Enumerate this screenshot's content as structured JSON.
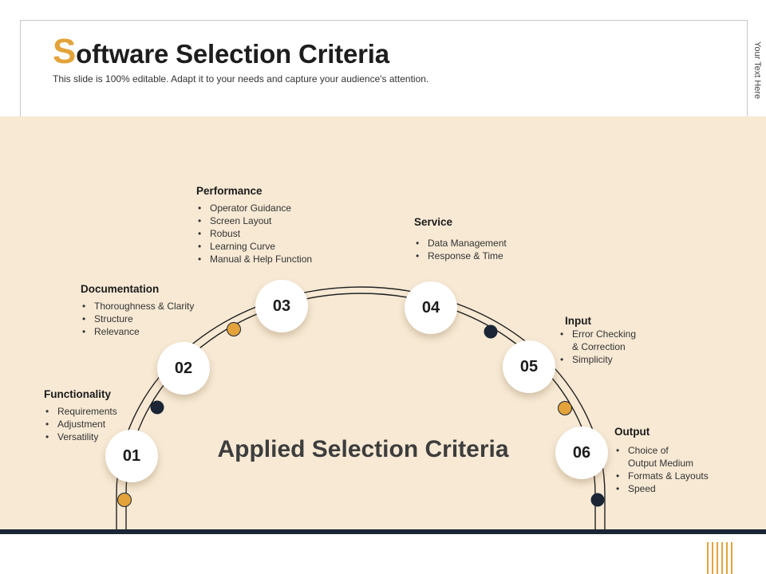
{
  "header": {
    "title_first": "S",
    "title_rest": "oftware Selection Criteria",
    "subtitle": "This slide is 100% editable. Adapt it to your needs and capture your audience's attention.",
    "side_label": "Your Text Here"
  },
  "diagram": {
    "center_text": "Applied Selection Criteria",
    "nodes": [
      "01",
      "02",
      "03",
      "04",
      "05",
      "06"
    ],
    "criteria": [
      {
        "title": "Functionality",
        "items": [
          "Requirements",
          "Adjustment",
          "Versatility"
        ]
      },
      {
        "title": "Documentation",
        "items": [
          "Thoroughness & Clarity",
          "Structure",
          "Relevance"
        ]
      },
      {
        "title": "Performance",
        "items": [
          "Operator Guidance",
          "Screen Layout",
          "Robust",
          "Learning Curve",
          "Manual & Help Function"
        ]
      },
      {
        "title": "Service",
        "items": [
          "Data Management",
          "Response & Time"
        ]
      },
      {
        "title": "Input",
        "items": [
          "Error Checking",
          "& Correction",
          "Simplicity"
        ]
      },
      {
        "title": "Output",
        "items": [
          "Choice of",
          "Output Medium",
          "Formats & Layouts",
          "Speed"
        ]
      }
    ]
  },
  "colors": {
    "accent": "#e3a33a",
    "navy": "#1b2535",
    "band": "#f7e9d4"
  }
}
